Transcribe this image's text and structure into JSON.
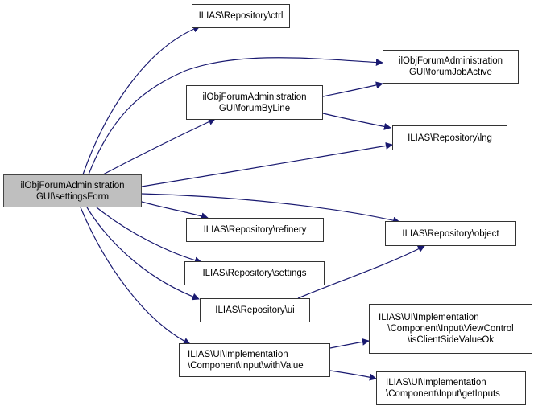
{
  "diagram": {
    "type": "call-graph",
    "edge_color": "#191970",
    "root_fill": "#bfbfbf",
    "nodes": [
      {
        "id": "settingsForm",
        "lines": [
          "ilObjForumAdministration",
          "GUI\\settingsForm"
        ],
        "root": true
      },
      {
        "id": "ctrl",
        "lines": [
          "ILIAS\\Repository\\ctrl"
        ]
      },
      {
        "id": "forumByLine",
        "lines": [
          "ilObjForumAdministration",
          "GUI\\forumByLine"
        ]
      },
      {
        "id": "forumJobActive",
        "lines": [
          "ilObjForumAdministration",
          "GUI\\forumJobActive"
        ]
      },
      {
        "id": "lng",
        "lines": [
          "ILIAS\\Repository\\lng"
        ]
      },
      {
        "id": "object",
        "lines": [
          "ILIAS\\Repository\\object"
        ]
      },
      {
        "id": "refinery",
        "lines": [
          "ILIAS\\Repository\\refinery"
        ]
      },
      {
        "id": "settings",
        "lines": [
          "ILIAS\\Repository\\settings"
        ]
      },
      {
        "id": "ui",
        "lines": [
          "ILIAS\\Repository\\ui"
        ]
      },
      {
        "id": "withValue",
        "lines": [
          "ILIAS\\UI\\Implementation",
          "\\Component\\Input\\withValue"
        ]
      },
      {
        "id": "isClientSideValueOk",
        "lines": [
          "ILIAS\\UI\\Implementation",
          "\\Component\\Input\\ViewControl",
          "\\isClientSideValueOk"
        ]
      },
      {
        "id": "getInputs",
        "lines": [
          "ILIAS\\UI\\Implementation",
          "\\Component\\Input\\getInputs"
        ]
      }
    ],
    "edges": [
      {
        "from": "settingsForm",
        "to": "ctrl"
      },
      {
        "from": "settingsForm",
        "to": "forumJobActive"
      },
      {
        "from": "settingsForm",
        "to": "forumByLine"
      },
      {
        "from": "settingsForm",
        "to": "lng"
      },
      {
        "from": "settingsForm",
        "to": "object"
      },
      {
        "from": "settingsForm",
        "to": "refinery"
      },
      {
        "from": "settingsForm",
        "to": "settings"
      },
      {
        "from": "settingsForm",
        "to": "ui"
      },
      {
        "from": "settingsForm",
        "to": "withValue"
      },
      {
        "from": "forumByLine",
        "to": "forumJobActive"
      },
      {
        "from": "forumByLine",
        "to": "lng"
      },
      {
        "from": "ui",
        "to": "object"
      },
      {
        "from": "withValue",
        "to": "isClientSideValueOk"
      },
      {
        "from": "withValue",
        "to": "getInputs"
      }
    ]
  }
}
